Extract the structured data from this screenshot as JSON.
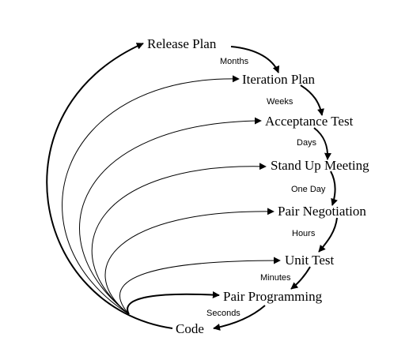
{
  "stages": [
    {
      "id": "release-plan",
      "label": "Release Plan"
    },
    {
      "id": "iteration-plan",
      "label": "Iteration Plan"
    },
    {
      "id": "acceptance-test",
      "label": "Acceptance Test"
    },
    {
      "id": "stand-up-meeting",
      "label": "Stand Up Meeting"
    },
    {
      "id": "pair-negotiation",
      "label": "Pair Negotiation"
    },
    {
      "id": "unit-test",
      "label": "Unit Test"
    },
    {
      "id": "pair-programming",
      "label": "Pair Programming"
    },
    {
      "id": "code",
      "label": "Code"
    }
  ],
  "timescales": [
    {
      "id": "months",
      "label": "Months"
    },
    {
      "id": "weeks",
      "label": "Weeks"
    },
    {
      "id": "days",
      "label": "Days"
    },
    {
      "id": "one-day",
      "label": "One Day"
    },
    {
      "id": "hours",
      "label": "Hours"
    },
    {
      "id": "minutes",
      "label": "Minutes"
    },
    {
      "id": "seconds",
      "label": "Seconds"
    }
  ]
}
